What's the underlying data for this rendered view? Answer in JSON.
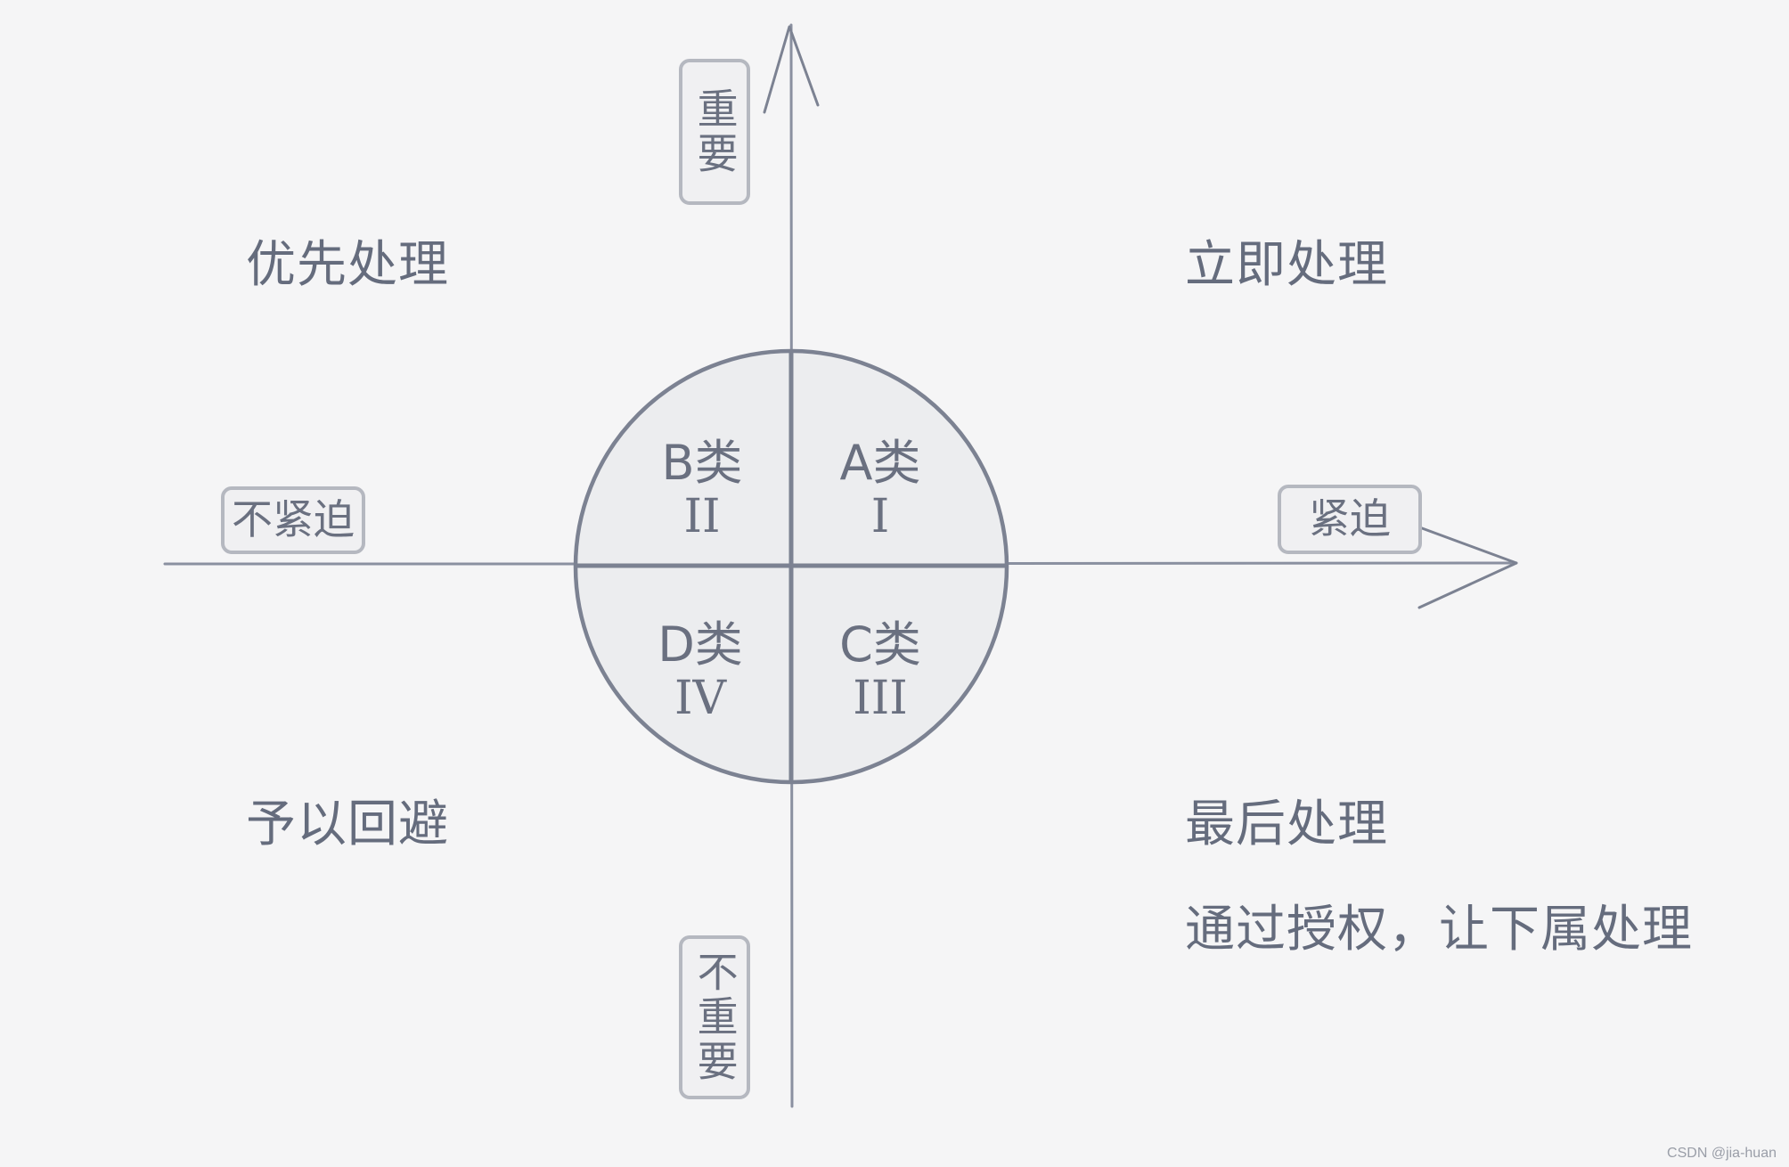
{
  "axes": {
    "y_top_label": "重要",
    "y_bottom_label": "不重要",
    "x_left_label": "不紧迫",
    "x_right_label": "紧迫"
  },
  "quadrants": {
    "top_left": "优先处理",
    "top_right": "立即处理",
    "bottom_left": "予以回避",
    "bottom_right_line1": "最后处理",
    "bottom_right_line2": "通过授权，让下属处理"
  },
  "classes": {
    "a": {
      "name": "A类",
      "numeral": "I"
    },
    "b": {
      "name": "B类",
      "numeral": "II"
    },
    "c": {
      "name": "C类",
      "numeral": "III"
    },
    "d": {
      "name": "D类",
      "numeral": "IV"
    }
  },
  "colors": {
    "background": "#f5f5f6",
    "line": "#7c8292",
    "circle_fill": "#ecedef",
    "text": "#656c7d"
  },
  "watermark": "CSDN @jia-huan"
}
